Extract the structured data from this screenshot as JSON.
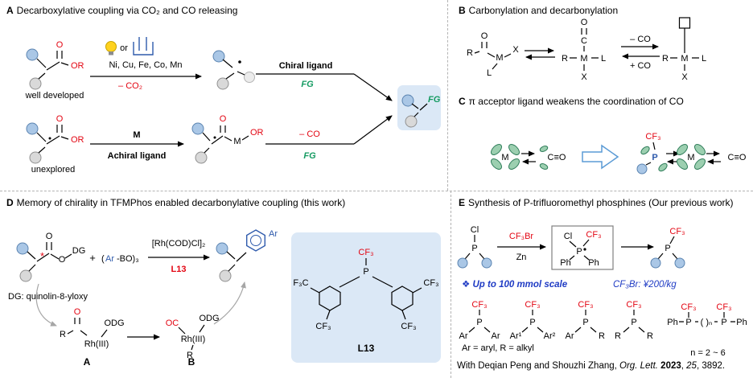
{
  "colors": {
    "red": "#e30613",
    "green": "#169b62",
    "blue": "#2e5aac",
    "note_blue": "#1f3bc4",
    "sphere_blue": "#aac7e6",
    "sphere_gray": "#d9d9d9",
    "highlight_box": "#dbe8f6"
  },
  "panel_a": {
    "label": "A",
    "title": "Decarboxylative coupling via CO₂ and CO releasing",
    "o1": "O",
    "or1": "OR",
    "well_developed": "well developed",
    "or_word": "or",
    "metals": "Ni, Cu, Fe, Co, Mn",
    "minus_co2": "– CO₂",
    "chiral_ligand": "Chiral ligand",
    "fg_top": "FG",
    "o2": "O",
    "or2": "OR",
    "unexplored": "unexplored",
    "m_arrow": "M",
    "achiral_ligand": "Achiral ligand",
    "o3": "O",
    "m_atom": "M",
    "or3": "OR",
    "minus_co": "– CO",
    "fg_bottom": "FG",
    "fg_product": "FG"
  },
  "panel_b": {
    "label": "B",
    "title": "Carbonylation and decarbonylation",
    "s1": {
      "o": "O",
      "r": "R",
      "m": "M",
      "x": "X",
      "l": "L"
    },
    "s2": {
      "o": "O",
      "c": "C",
      "r": "R",
      "m": "M",
      "l": "L",
      "x": "X"
    },
    "minus_co": "– CO",
    "plus_co": "+ CO",
    "s3": {
      "r": "R",
      "m": "M",
      "l": "L",
      "x": "X"
    }
  },
  "panel_c": {
    "label": "C",
    "title": "π acceptor ligand weakens the coordination of CO",
    "m1": "M",
    "co1": "C≡O",
    "cf3": "CF₃",
    "p": "P",
    "m2": "M",
    "co2": "C≡O"
  },
  "panel_d": {
    "label": "D",
    "title": "Memory of chirality in TFMPhos enabled decarbonylative coupling  (this work)",
    "asterisk": "*",
    "o_carbonyl": "O",
    "o_ester": "O",
    "dg": "DG",
    "plus": "+",
    "arbo_pre": "(",
    "arbo_ar": "Ar",
    "arbo_post": "-BO)₃",
    "catalyst": "[Rh(COD)Cl]₂",
    "l13_red": "L13",
    "ar_product": "Ar",
    "dg_note": "DG: quinolin-8-yloxy",
    "a": {
      "o": "O",
      "odg": "ODG",
      "rh": "Rh(III)",
      "r": "R",
      "label": "A"
    },
    "b": {
      "oc": "OC",
      "odg": "ODG",
      "rh": "Rh(III)",
      "r": "R",
      "label": "B"
    },
    "ligand": {
      "cf3_top": "CF₃",
      "p": "P",
      "f3c_left": "F₃C",
      "cf3_left_bottom": "CF₃",
      "cf3_right_top": "CF₃",
      "cf3_right_bottom": "CF₃",
      "name": "L13"
    }
  },
  "panel_e": {
    "label": "E",
    "title": "Synthesis of P-trifluoromethyl phosphines  (Our previous work)",
    "cl1": "Cl",
    "p1": "P",
    "cf3br": "CF₃Br",
    "zn": "Zn",
    "box": {
      "cl": "Cl",
      "cf3": "CF₃",
      "p": "P",
      "ph1": "Ph",
      "ph2": "Ph"
    },
    "cf3_prod": "CF₃",
    "p_prod": "P",
    "scale_note": "❖ Up to 100 mmol scale",
    "price_note": "CF₃Br: ¥200/kg",
    "phosphines": [
      {
        "cf3": "CF₃",
        "p": "P",
        "left": "Ar",
        "right": "Ar"
      },
      {
        "cf3": "CF₃",
        "p": "P",
        "left": "Ar¹",
        "right": "Ar²"
      },
      {
        "cf3": "CF₃",
        "p": "P",
        "left": "Ar",
        "right": "R"
      },
      {
        "cf3": "CF₃",
        "p": "P",
        "left": "R",
        "right": "R"
      }
    ],
    "bis": {
      "ph_left": "Ph",
      "cf3_1": "CF₃",
      "p1": "P",
      "chain": "( )ₙ",
      "cf3_2": "CF₃",
      "p2": "P",
      "ph_right": "Ph",
      "n_note": "n = 2 ~ 6"
    },
    "legend": "Ar = aryl, R = alkyl",
    "footer": {
      "pre": "With Deqian Peng and Shouzhi Zhang, ",
      "journal": "Org. Lett. ",
      "year": "2023",
      "sep": ", ",
      "volume": "25",
      "post": ", 3892."
    }
  }
}
